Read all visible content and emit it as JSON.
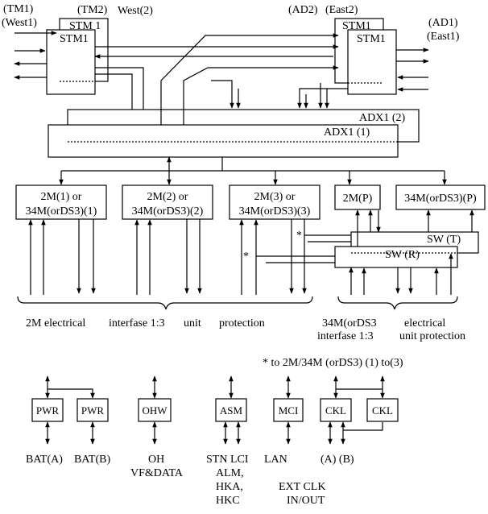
{
  "colors": {
    "ink": "#000000",
    "paper": "#ffffff"
  },
  "top": {
    "tm1": "(TM1)",
    "west1": "(West1)",
    "tm2": "(TM2)",
    "west2": "West(2)",
    "ad2": "(AD2)",
    "east2": "(East2)",
    "ad1": "(AD1)",
    "east1": "(East1)",
    "stm_back_left": "STM 1",
    "stm_front_left": "STM1",
    "stm_back_right": "STM1",
    "stm_front_right": "STM1",
    "adx_back": "ADX1 (2)",
    "adx_front": "ADX1 (1)"
  },
  "tributary": {
    "box1_line1": "2M(1) or",
    "box1_line2": "34M(orDS3)(1)",
    "box2_line1": "2M(2) or",
    "box2_line2": "34M(orDS3)(2)",
    "box3_line1": "2M(3) or",
    "box3_line2": "34M(orDS3)(3)",
    "box_2mp": "2M(P)",
    "box_34mp": "34M(orDS3)(P)",
    "sw_t": "SW (T)",
    "sw_r": "SW (R)",
    "star1": "*",
    "star2": "*"
  },
  "captions": {
    "word_2m": "2M electrical",
    "word_interfase": "interfase 1:3",
    "word_unit": "unit",
    "word_protection": "protection",
    "right_line1a": "34M(orDS3",
    "right_line1b": "electrical",
    "right_line2a": "interfase 1:3",
    "right_line2b": "unit protection",
    "footnote": "* to 2M/34M (orDS3) (1) to(3)"
  },
  "bottom": {
    "pwr_a": "PWR",
    "pwr_b": "PWR",
    "ohw": "OHW",
    "asm": "ASM",
    "mci": "MCI",
    "ckl_a": "CKL",
    "ckl_b": "CKL",
    "bat_a": "BAT(A)",
    "bat_b": "BAT(B)",
    "oh": "OH",
    "vf_data": "VF&DATA",
    "stn_lci": "STN LCI",
    "alm": "ALM,",
    "hka": "HKA,",
    "hkc": "HKC",
    "lan": "LAN",
    "lan_ab": "(A) (B)",
    "ext_clk": "EXT CLK",
    "in_out": "IN/OUT"
  }
}
